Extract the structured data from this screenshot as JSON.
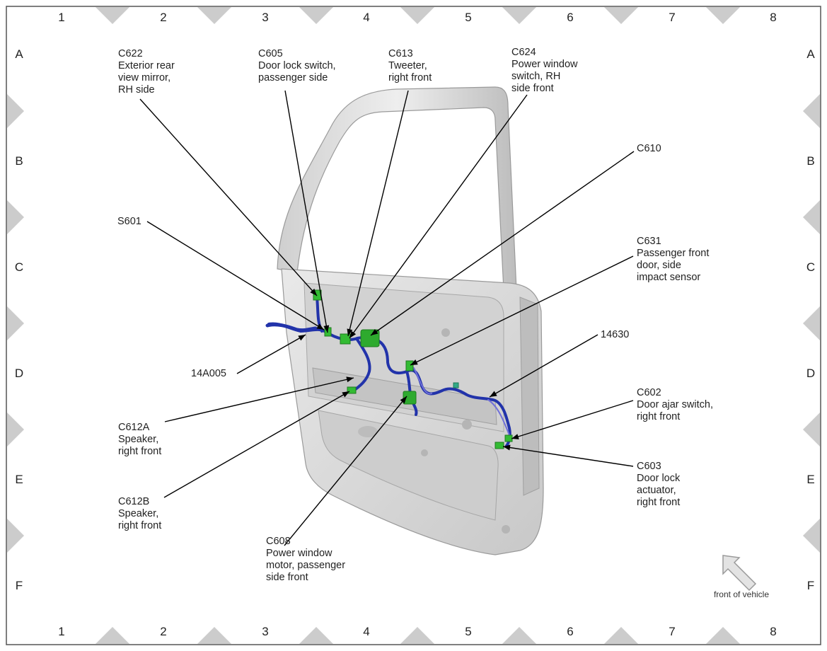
{
  "grid": {
    "columns": [
      "1",
      "2",
      "3",
      "4",
      "5",
      "6",
      "7",
      "8"
    ],
    "rows": [
      "A",
      "B",
      "C",
      "D",
      "E",
      "F"
    ]
  },
  "components": [
    {
      "id": "c622",
      "lines": [
        "C622",
        "Exterior rear",
        "view mirror,",
        "RH side"
      ]
    },
    {
      "id": "c605",
      "lines": [
        "C605",
        "Door lock switch,",
        "passenger side"
      ]
    },
    {
      "id": "c613",
      "lines": [
        "C613",
        "Tweeter,",
        "right front"
      ]
    },
    {
      "id": "c624",
      "lines": [
        "C624",
        "Power window",
        "switch, RH",
        "side front"
      ]
    },
    {
      "id": "c610",
      "lines": [
        "C610"
      ]
    },
    {
      "id": "s601",
      "lines": [
        "S601"
      ]
    },
    {
      "id": "c631",
      "lines": [
        "C631",
        "Passenger front",
        "door, side",
        "impact sensor"
      ]
    },
    {
      "id": "14630",
      "lines": [
        "14630"
      ]
    },
    {
      "id": "14a005",
      "lines": [
        "14A005"
      ]
    },
    {
      "id": "c612a",
      "lines": [
        "C612A",
        "Speaker,",
        "right front"
      ]
    },
    {
      "id": "c602",
      "lines": [
        "C602",
        "Door ajar switch,",
        "right front"
      ]
    },
    {
      "id": "c603",
      "lines": [
        "C603",
        "Door lock",
        "actuator,",
        "right front"
      ]
    },
    {
      "id": "c612b",
      "lines": [
        "C612B",
        "Speaker,",
        "right front"
      ]
    },
    {
      "id": "c608",
      "lines": [
        "C608",
        "Power window",
        "motor, passenger",
        "side front"
      ]
    }
  ],
  "orientation": {
    "text": "front of vehicle",
    "icon": "arrow-up-left-icon"
  },
  "colors": {
    "harness": "#2233aa",
    "harness_secondary": "#7070d8",
    "connector": "#33bb33",
    "door_panel": "#d8d8d8",
    "frame_tick": "#cccccc",
    "border": "#555555"
  }
}
